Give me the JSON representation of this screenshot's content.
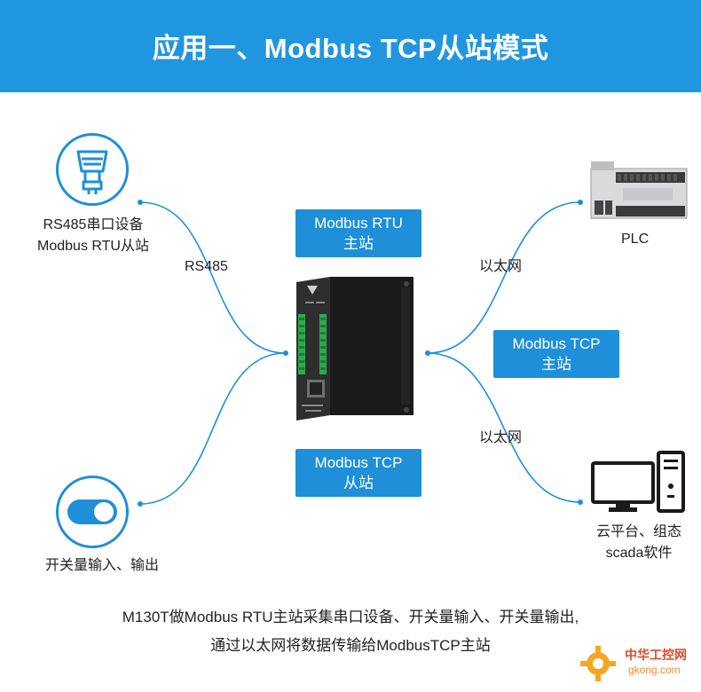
{
  "header": {
    "title": "应用一、Modbus TCP从站模式"
  },
  "left_top": {
    "line1": "RS485串口设备",
    "line2": "Modbus RTU从站",
    "link_label": "RS485"
  },
  "left_bottom": {
    "label": "开关量输入、输出"
  },
  "center": {
    "top_box_line1": "Modbus RTU",
    "top_box_line2": "主站",
    "bottom_box_line1": "Modbus TCP",
    "bottom_box_line2": "从站"
  },
  "right": {
    "plc_label": "PLC",
    "tcp_box_line1": "Modbus TCP",
    "tcp_box_line2": "主站",
    "eth_label_top": "以太网",
    "eth_label_bottom": "以太网",
    "pc_line1": "云平台、组态",
    "pc_line2": "scada软件"
  },
  "caption": {
    "line1": "M130T做Modbus RTU主站采集串口设备、开关量输入、开关量输出,",
    "line2": "通过以太网将数据传输给ModbusTCP主站"
  },
  "watermark": {
    "line1": "中华工控网",
    "line2": "gkong.com"
  },
  "colors": {
    "accent": "#1e8fd8",
    "banner": "#2196e0",
    "device": "#2b2b2b",
    "terminal": "#2fa84f"
  }
}
